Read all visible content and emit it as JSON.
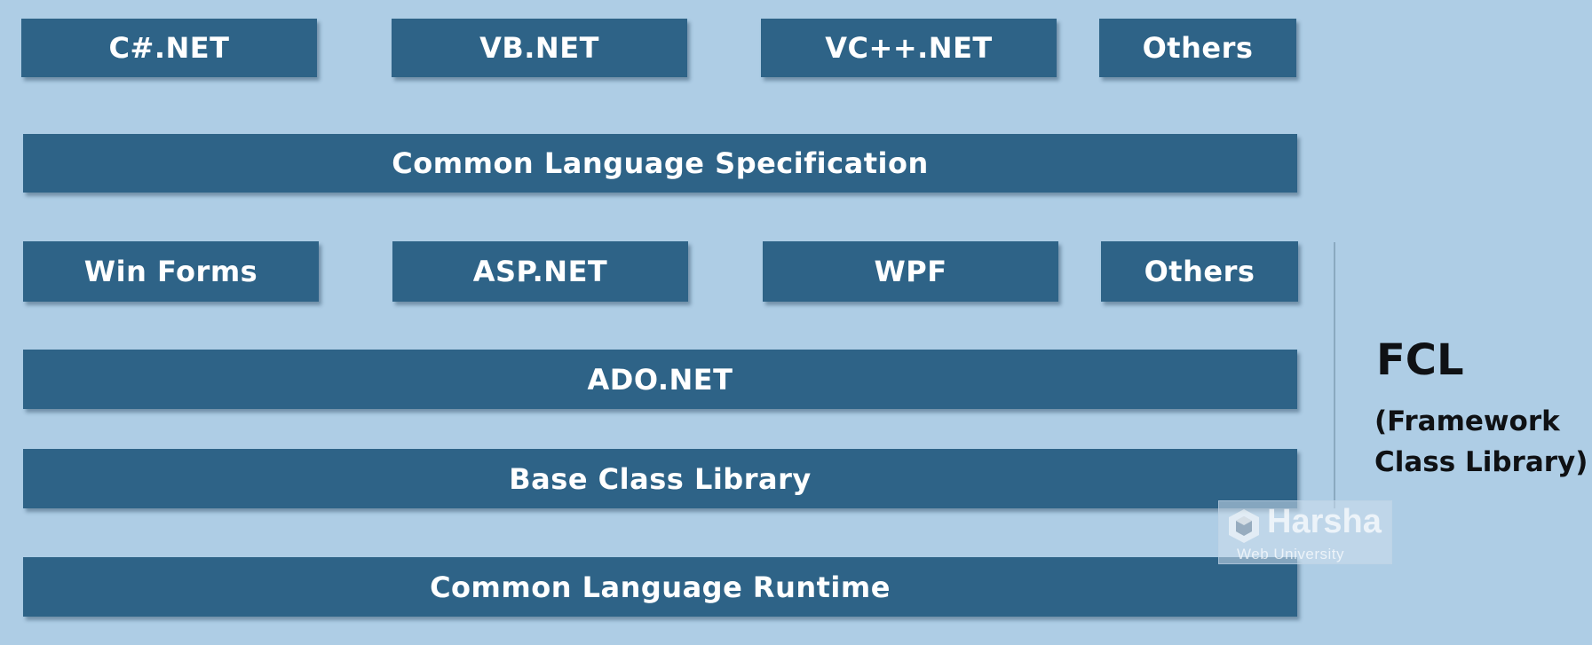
{
  "languages": [
    "C#.NET",
    "VB.NET",
    "VC++.NET",
    "Others"
  ],
  "cls": "Common Language Specification",
  "frameworks": [
    "Win Forms",
    "ASP.NET",
    "WPF",
    "Others"
  ],
  "ado": "ADO.NET",
  "bcl": "Base Class Library",
  "clr": "Common Language Runtime",
  "fcl": {
    "title": "FCL",
    "subtitle_line1": "(Framework",
    "subtitle_line2": "Class Library)"
  },
  "watermark": {
    "name": "Harsha",
    "sub": "Web University",
    "logo_icon": "hexagon-logo-icon"
  },
  "colors": {
    "background": "#aecde5",
    "box": "#2e6387",
    "box_text": "#ffffff",
    "label_text": "#0f1114"
  }
}
